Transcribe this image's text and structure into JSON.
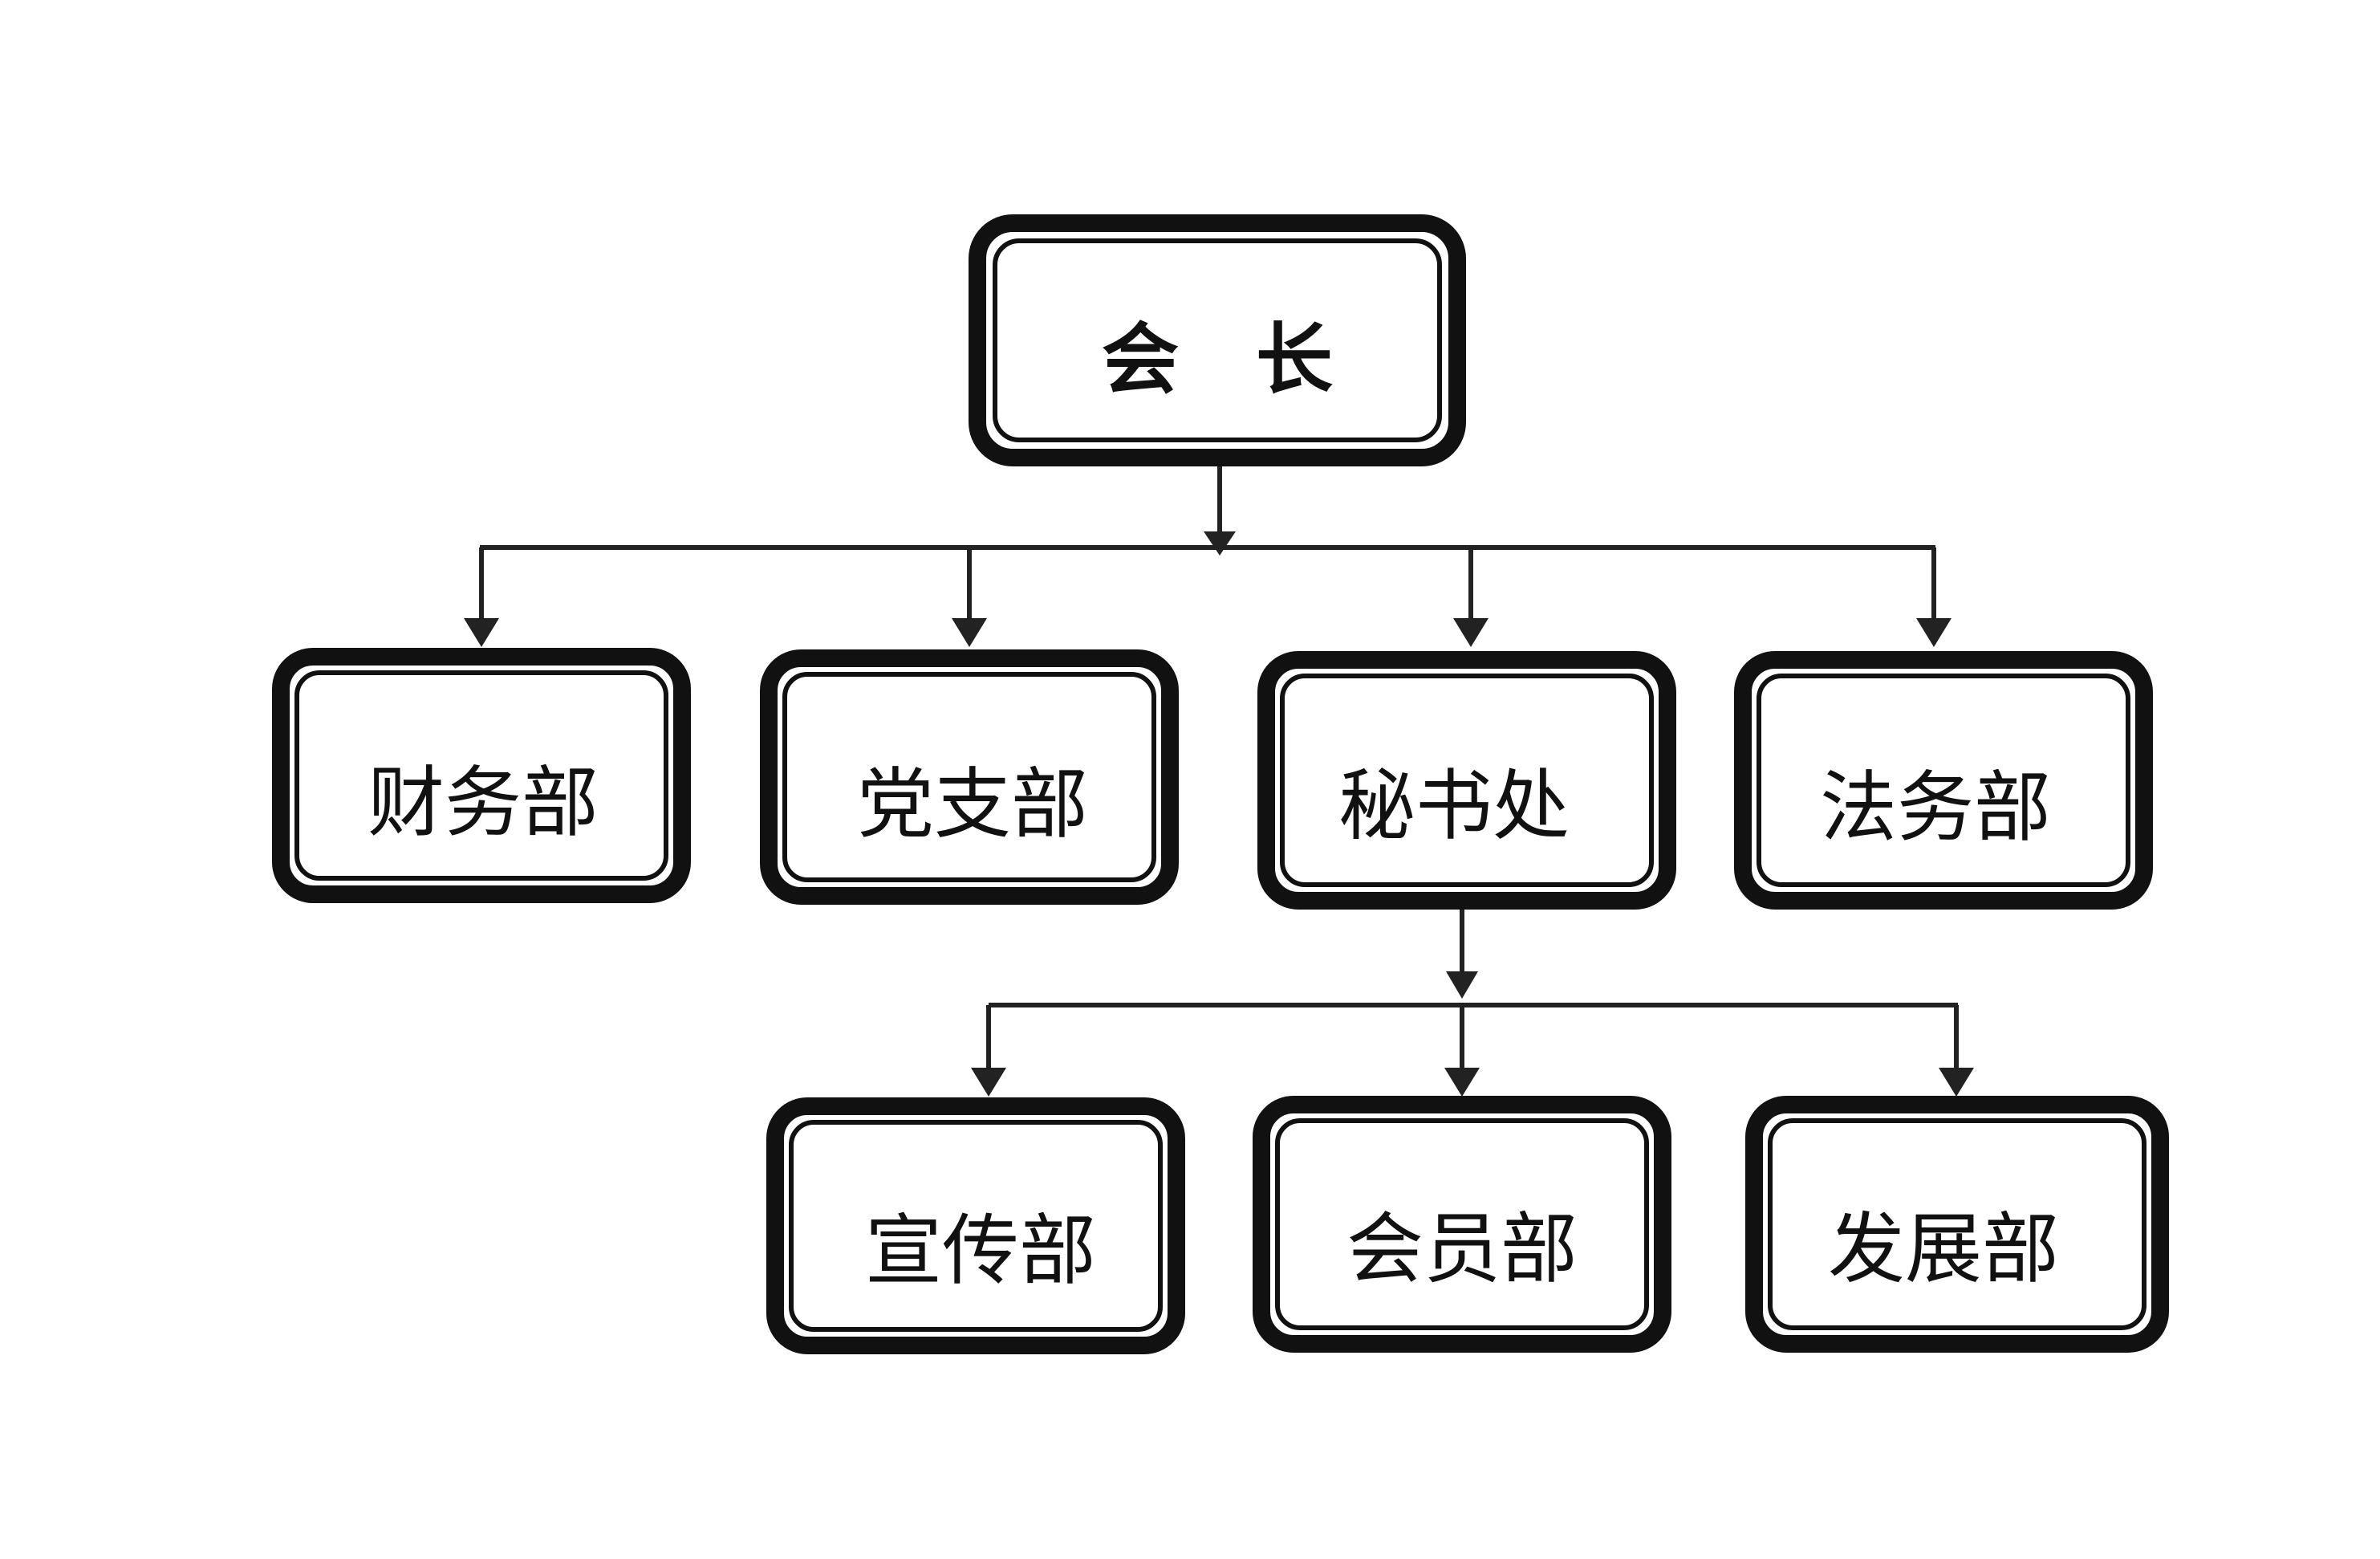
{
  "diagram": {
    "root": {
      "id": "n0",
      "label": "会　长"
    },
    "level1": [
      {
        "id": "n1",
        "label": "财务部"
      },
      {
        "id": "n2",
        "label": "党支部"
      },
      {
        "id": "n3",
        "label": "秘书处"
      },
      {
        "id": "n4",
        "label": "法务部"
      }
    ],
    "level2": [
      {
        "id": "n5",
        "label": "宣传部",
        "parent": "n3"
      },
      {
        "id": "n6",
        "label": "会员部",
        "parent": "n3"
      },
      {
        "id": "n7",
        "label": "发展部",
        "parent": "n3"
      }
    ],
    "edges": [
      [
        "n0",
        "n1"
      ],
      [
        "n0",
        "n2"
      ],
      [
        "n0",
        "n3"
      ],
      [
        "n0",
        "n4"
      ],
      [
        "n3",
        "n5"
      ],
      [
        "n3",
        "n6"
      ],
      [
        "n3",
        "n7"
      ]
    ]
  }
}
